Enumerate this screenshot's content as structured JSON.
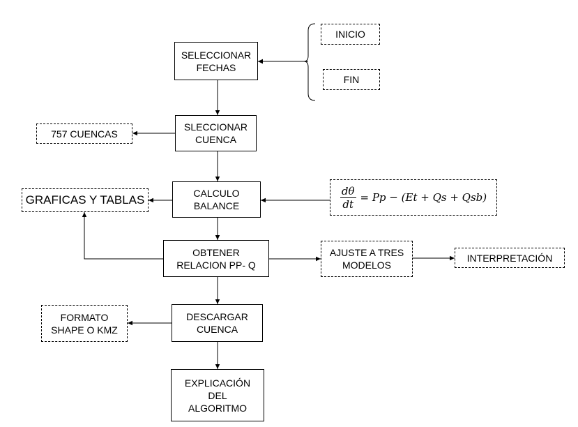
{
  "diagram": {
    "nodes": [
      {
        "id": "seleccionar-fechas",
        "label": "SELECCIONAR\nFECHAS",
        "style": "solid"
      },
      {
        "id": "inicio",
        "label": "INICIO",
        "style": "dashed"
      },
      {
        "id": "fin",
        "label": "FIN",
        "style": "dashed"
      },
      {
        "id": "seleccionar-cuenca",
        "label": "SLECCIONAR\nCUENCA",
        "style": "solid"
      },
      {
        "id": "cuencas-757",
        "label": "757 CUENCAS",
        "style": "dashed"
      },
      {
        "id": "calculo-balance",
        "label": "CALCULO\nBALANCE",
        "style": "solid"
      },
      {
        "id": "graficas-tablas",
        "label": "GRAFICAS Y TABLAS",
        "style": "dashed"
      },
      {
        "id": "formula",
        "label": "dθ/dt = Pp − (Et + Qs + Qsb)",
        "style": "dashed"
      },
      {
        "id": "obtener-relacion",
        "label": "OBTENER\nRELACION PP- Q",
        "style": "solid"
      },
      {
        "id": "ajuste-modelos",
        "label": "AJUSTE A TRES\nMODELOS",
        "style": "dashed"
      },
      {
        "id": "interpretacion",
        "label": "INTERPRETACIÓN",
        "style": "dashed"
      },
      {
        "id": "descargar-cuenca",
        "label": "DESCARGAR\nCUENCA",
        "style": "solid"
      },
      {
        "id": "formato-shape",
        "label": "FORMATO\nSHAPE O KMZ",
        "style": "dashed"
      },
      {
        "id": "explicacion",
        "label": "EXPLICACIÓN\nDEL\nALGORITMO",
        "style": "solid"
      }
    ],
    "formula_parts": {
      "numerator": "dθ",
      "denominator": "dt",
      "rhs": "= Pp − (Et + Qs + Qsb)"
    },
    "edges": [
      {
        "from": "seleccionar-fechas",
        "to": "seleccionar-cuenca"
      },
      {
        "from": "inicio",
        "to": "seleccionar-fechas"
      },
      {
        "from": "fin",
        "to": "seleccionar-fechas"
      },
      {
        "from": "seleccionar-cuenca",
        "to": "cuencas-757"
      },
      {
        "from": "seleccionar-cuenca",
        "to": "calculo-balance"
      },
      {
        "from": "calculo-balance",
        "to": "graficas-tablas"
      },
      {
        "from": "formula",
        "to": "calculo-balance"
      },
      {
        "from": "calculo-balance",
        "to": "obtener-relacion"
      },
      {
        "from": "obtener-relacion",
        "to": "graficas-tablas"
      },
      {
        "from": "obtener-relacion",
        "to": "ajuste-modelos"
      },
      {
        "from": "ajuste-modelos",
        "to": "interpretacion"
      },
      {
        "from": "obtener-relacion",
        "to": "descargar-cuenca"
      },
      {
        "from": "descargar-cuenca",
        "to": "formato-shape"
      },
      {
        "from": "descargar-cuenca",
        "to": "explicacion"
      }
    ]
  }
}
